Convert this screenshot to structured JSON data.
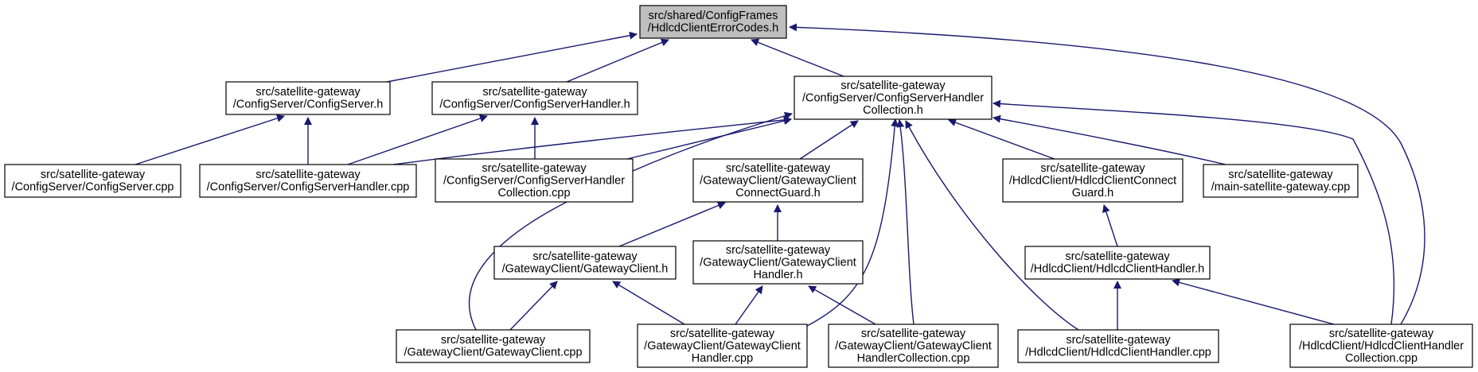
{
  "nodes": {
    "root": [
      "src/shared/ConfigFrames",
      "/HdlcdClientErrorCodes.h"
    ],
    "cs_h": [
      "src/satellite-gateway",
      "/ConfigServer/ConfigServer.h"
    ],
    "csh_h": [
      "src/satellite-gateway",
      "/ConfigServer/ConfigServerHandler.h"
    ],
    "cshc_h": [
      "src/satellite-gateway",
      "/ConfigServer/ConfigServerHandler",
      "Collection.h"
    ],
    "cs_cpp": [
      "src/satellite-gateway",
      "/ConfigServer/ConfigServer.cpp"
    ],
    "csh_cpp": [
      "src/satellite-gateway",
      "/ConfigServer/ConfigServerHandler.cpp"
    ],
    "cshc_cpp": [
      "src/satellite-gateway",
      "/ConfigServer/ConfigServerHandler",
      "Collection.cpp"
    ],
    "gccg_h": [
      "src/satellite-gateway",
      "/GatewayClient/GatewayClient",
      "ConnectGuard.h"
    ],
    "hccg_h": [
      "src/satellite-gateway",
      "/HdlcdClient/HdlcdClientConnect",
      "Guard.h"
    ],
    "main_cpp": [
      "src/satellite-gateway",
      "/main-satellite-gateway.cpp"
    ],
    "gc_h": [
      "src/satellite-gateway",
      "/GatewayClient/GatewayClient.h"
    ],
    "gch_h": [
      "src/satellite-gateway",
      "/GatewayClient/GatewayClient",
      "Handler.h"
    ],
    "hch_h": [
      "src/satellite-gateway",
      "/HdlcdClient/HdlcdClientHandler.h"
    ],
    "gc_cpp": [
      "src/satellite-gateway",
      "/GatewayClient/GatewayClient.cpp"
    ],
    "gch_cpp": [
      "src/satellite-gateway",
      "/GatewayClient/GatewayClient",
      "Handler.cpp"
    ],
    "gchc_cpp": [
      "src/satellite-gateway",
      "/GatewayClient/GatewayClient",
      "HandlerCollection.cpp"
    ],
    "hch_cpp": [
      "src/satellite-gateway",
      "/HdlcdClient/HdlcdClientHandler.cpp"
    ],
    "hchc_cpp": [
      "src/satellite-gateway",
      "/HdlcdClient/HdlcdClientHandler",
      "Collection.cpp"
    ]
  },
  "edges": [
    [
      "cs_h",
      "root"
    ],
    [
      "csh_h",
      "root"
    ],
    [
      "cshc_h",
      "root"
    ],
    [
      "hchc_cpp",
      "root"
    ],
    [
      "cs_cpp",
      "cs_h"
    ],
    [
      "csh_cpp",
      "cs_h"
    ],
    [
      "csh_cpp",
      "csh_h"
    ],
    [
      "cshc_cpp",
      "csh_h"
    ],
    [
      "csh_cpp",
      "cshc_h"
    ],
    [
      "cshc_cpp",
      "cshc_h"
    ],
    [
      "gc_cpp",
      "cshc_h"
    ],
    [
      "gccg_h",
      "cshc_h"
    ],
    [
      "gch_cpp",
      "cshc_h"
    ],
    [
      "gchc_cpp",
      "cshc_h"
    ],
    [
      "hch_cpp",
      "cshc_h"
    ],
    [
      "hccg_h",
      "cshc_h"
    ],
    [
      "main_cpp",
      "cshc_h"
    ],
    [
      "hchc_cpp",
      "cshc_h"
    ],
    [
      "gc_h",
      "gccg_h"
    ],
    [
      "gch_h",
      "gccg_h"
    ],
    [
      "gc_cpp",
      "gc_h"
    ],
    [
      "gch_cpp",
      "gc_h"
    ],
    [
      "gch_cpp",
      "gch_h"
    ],
    [
      "gchc_cpp",
      "gch_h"
    ],
    [
      "hch_h",
      "hccg_h"
    ],
    [
      "hch_cpp",
      "hch_h"
    ],
    [
      "hchc_cpp",
      "hch_h"
    ]
  ],
  "colors": {
    "edge": "#191970",
    "root_fill": "#bfbfbf",
    "node_fill": "#ffffff",
    "border": "#000000"
  }
}
